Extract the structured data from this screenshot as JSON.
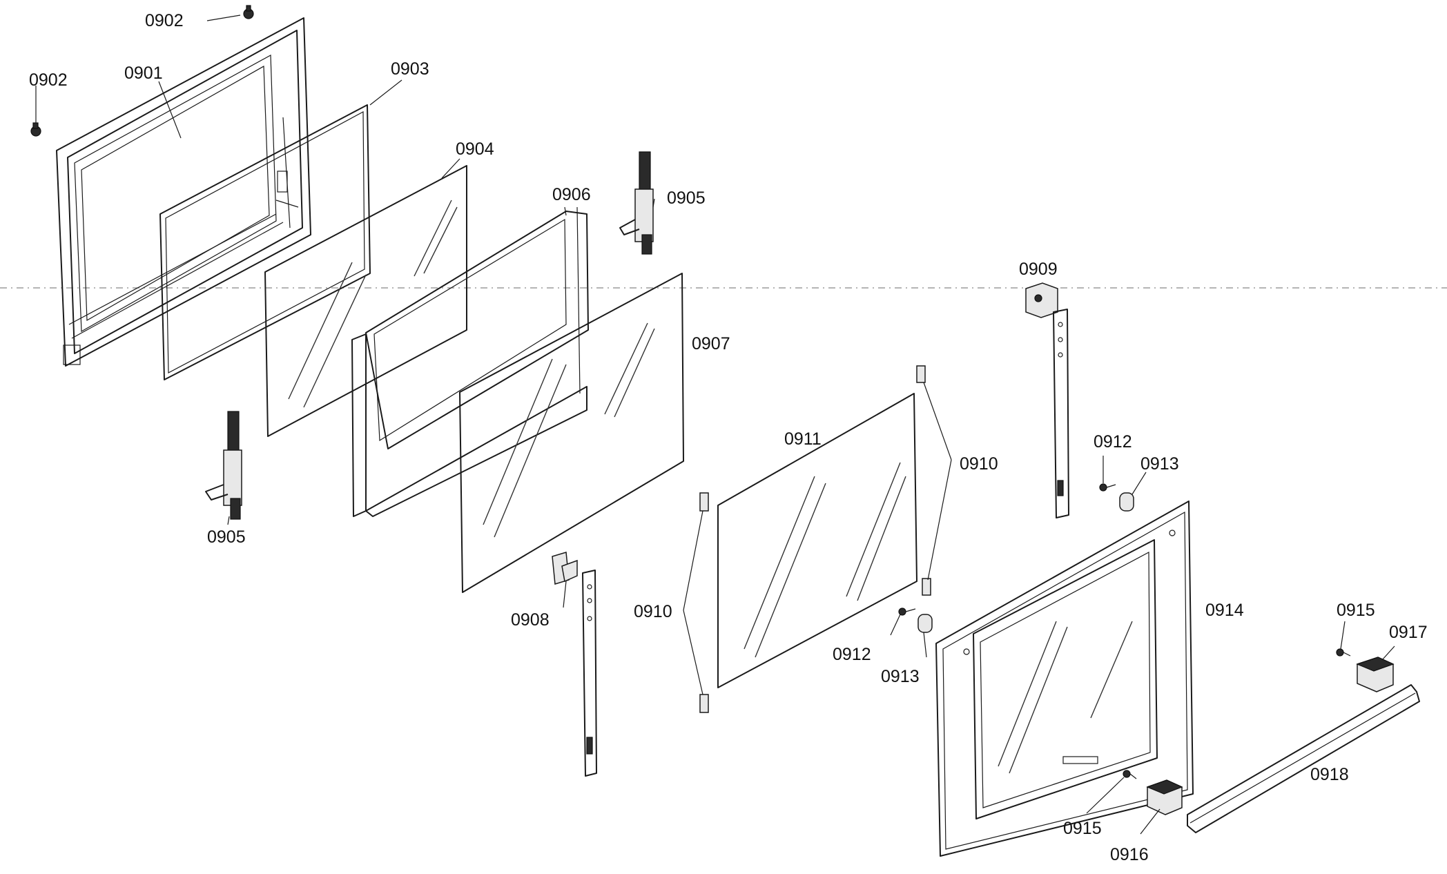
{
  "diagram": {
    "labels": {
      "l0901": "0901",
      "l0902a": "0902",
      "l0902b": "0902",
      "l0903": "0903",
      "l0904": "0904",
      "l0905a": "0905",
      "l0905b": "0905",
      "l0906": "0906",
      "l0907": "0907",
      "l0908": "0908",
      "l0909": "0909",
      "l0910a": "0910",
      "l0910b": "0910",
      "l0911": "0911",
      "l0912a": "0912",
      "l0912b": "0912",
      "l0913a": "0913",
      "l0913b": "0913",
      "l0914": "0914",
      "l0915a": "0915",
      "l0915b": "0915",
      "l0916": "0916",
      "l0917": "0917",
      "l0918": "0918"
    }
  }
}
